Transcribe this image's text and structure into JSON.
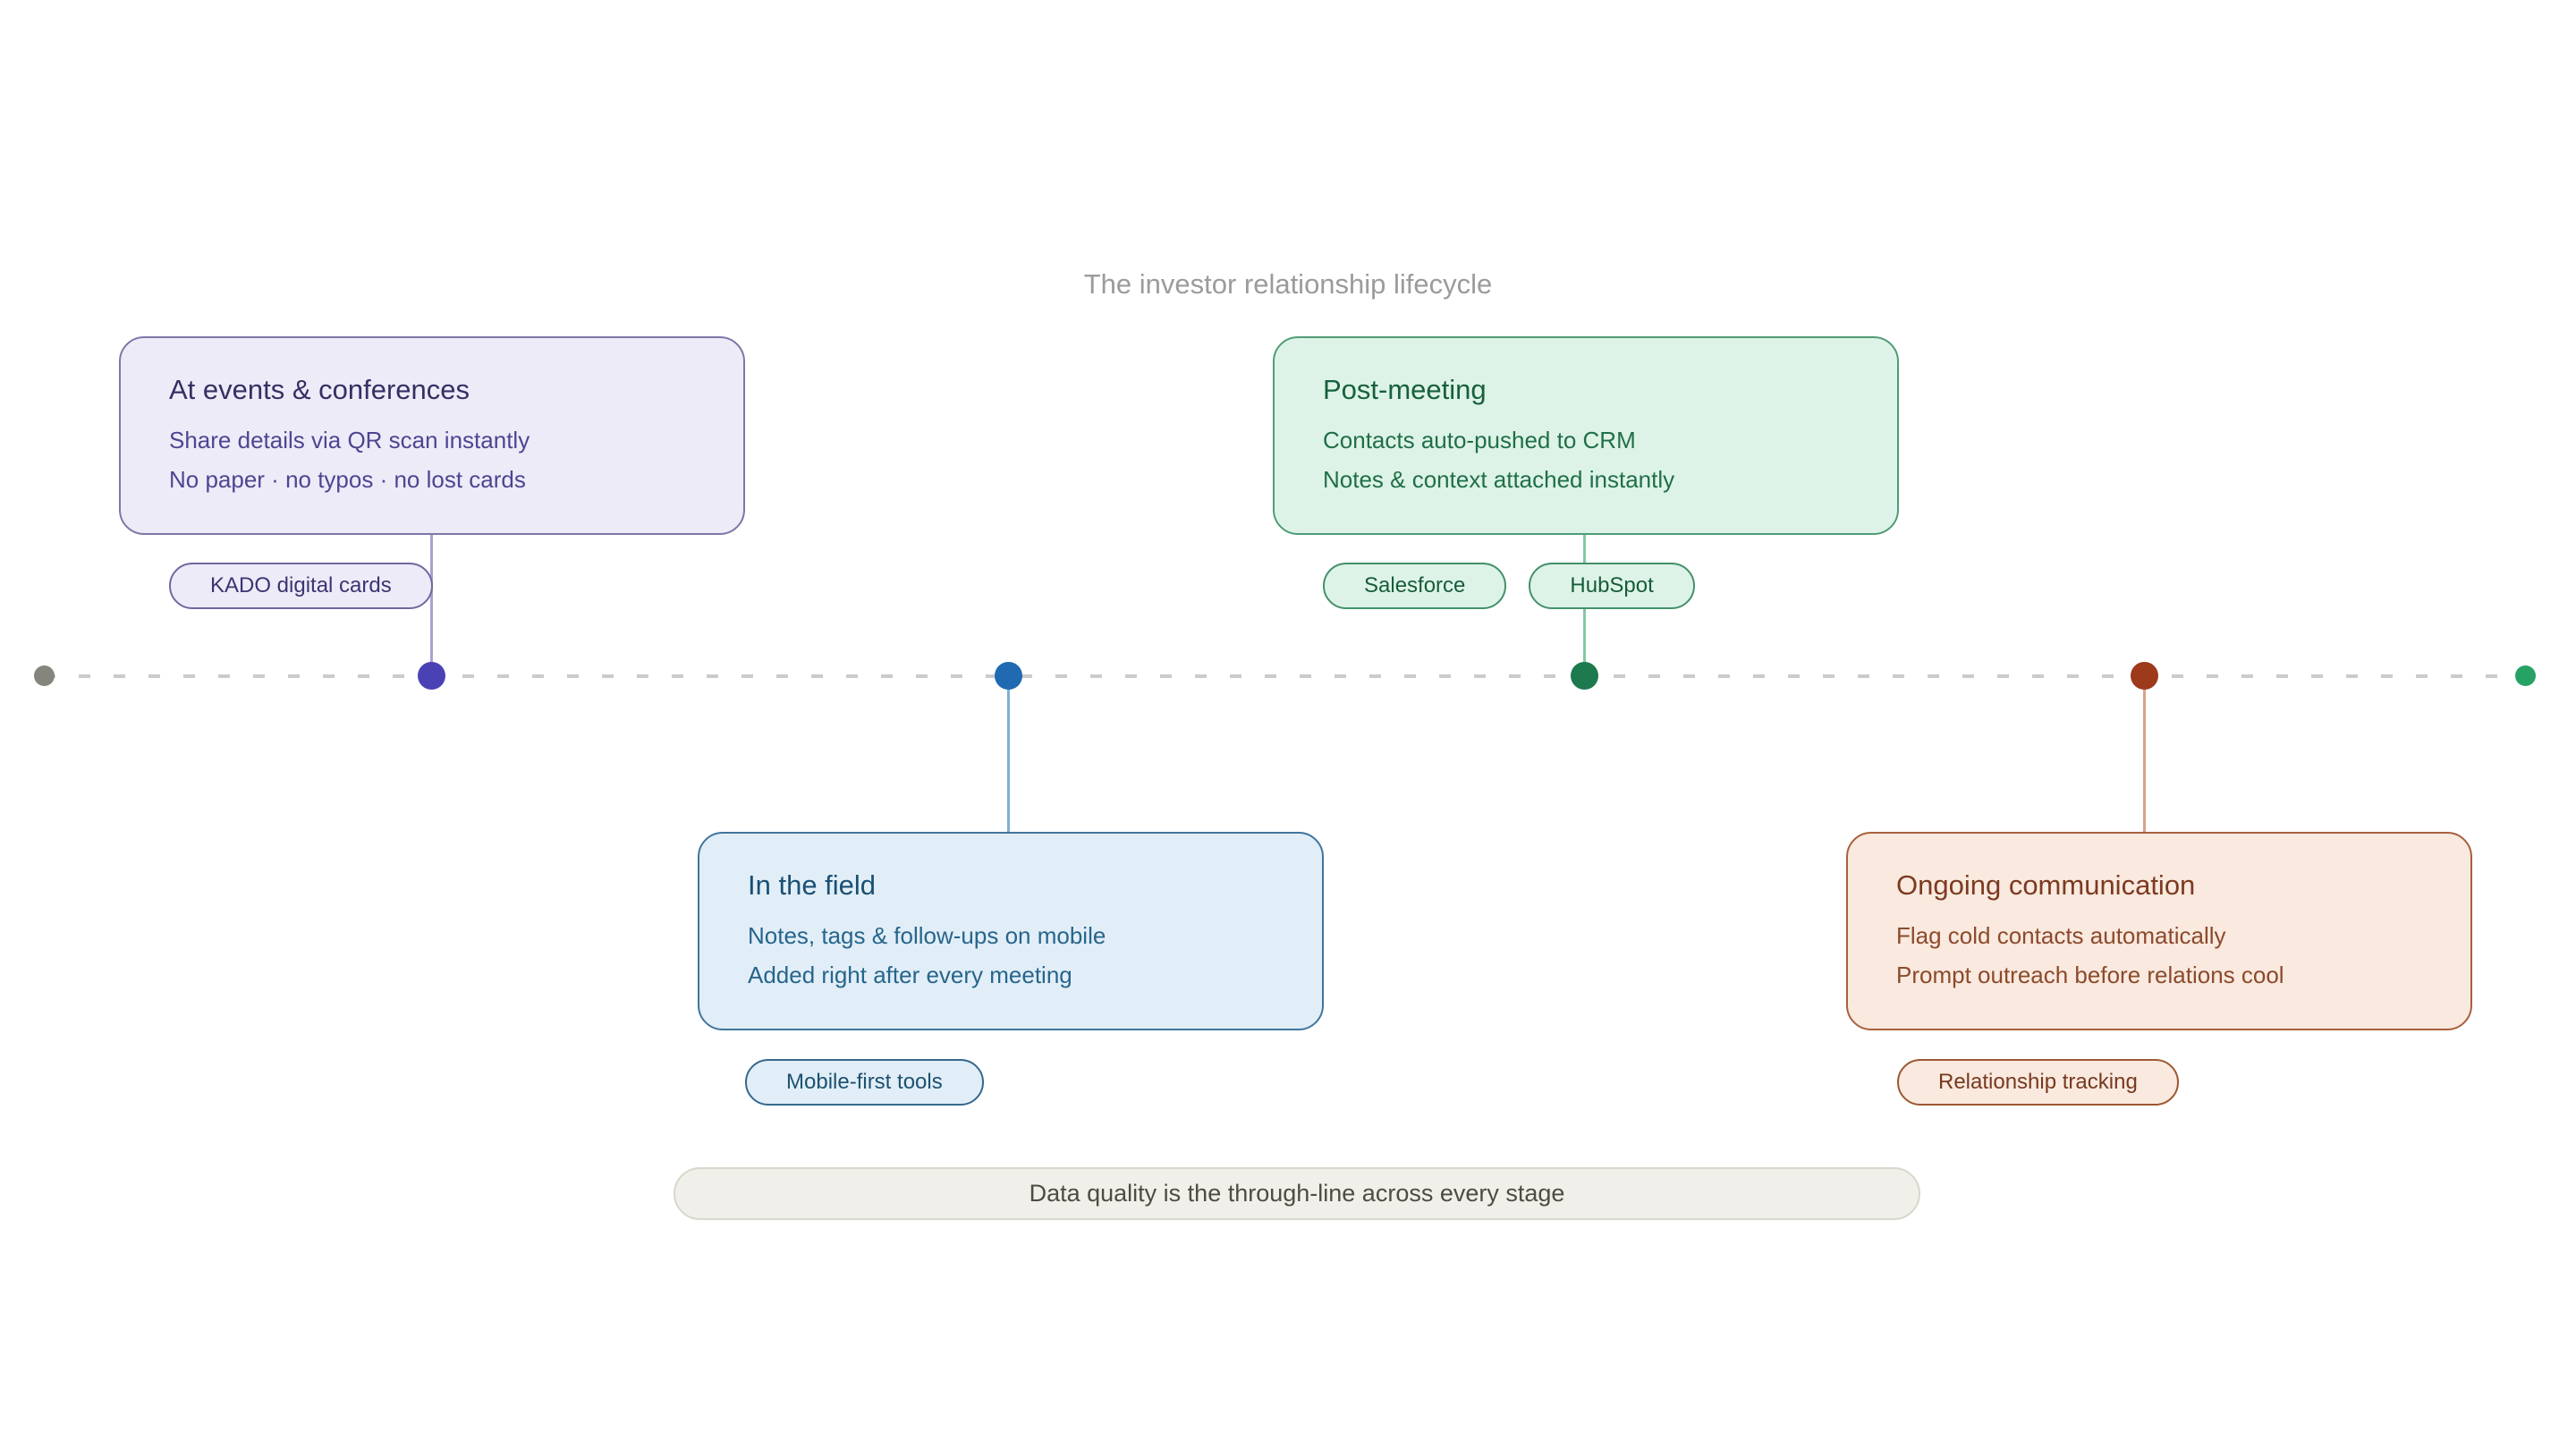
{
  "title": "The investor relationship lifecycle",
  "timeline": {
    "dash_color": "#cbcbcb",
    "start_dot_color": "#85857d",
    "end_dot_color": "#27a265"
  },
  "stages": [
    {
      "id": "events",
      "position": "above",
      "title": "At events & conferences",
      "lines": [
        "Share details via QR scan instantly",
        "No paper · no typos · no lost cards"
      ],
      "pills": [
        {
          "label": "KADO digital cards"
        }
      ],
      "colors": {
        "dot": "#4a42b4",
        "card_bg": "#edebf8",
        "card_border": "#7d77a8",
        "title": "#353063",
        "body": "#4c4691",
        "connector": "#a7a2d2"
      }
    },
    {
      "id": "field",
      "position": "below",
      "title": "In the field",
      "lines": [
        "Notes, tags & follow-ups on mobile",
        "Added right after every meeting"
      ],
      "pills": [
        {
          "label": "Mobile-first tools"
        }
      ],
      "colors": {
        "dot": "#1f6ab1",
        "card_bg": "#e1eef7",
        "card_border": "#41759c",
        "title": "#1b4f73",
        "body": "#27658c",
        "connector": "#7fb0d4"
      }
    },
    {
      "id": "post-meeting",
      "position": "above",
      "title": "Post-meeting",
      "lines": [
        "Contacts auto-pushed to CRM",
        "Notes & context attached instantly"
      ],
      "pills": [
        {
          "label": "Salesforce"
        },
        {
          "label": "HubSpot"
        }
      ],
      "colors": {
        "dot": "#1d7a4e",
        "card_bg": "#def3e8",
        "card_border": "#4f9c75",
        "title": "#17603b",
        "body": "#1f6f47",
        "connector": "#85c8a6"
      }
    },
    {
      "id": "ongoing",
      "position": "below",
      "title": "Ongoing communication",
      "lines": [
        "Flag cold contacts automatically",
        "Prompt outreach before relations cool"
      ],
      "pills": [
        {
          "label": "Relationship tracking"
        }
      ],
      "colors": {
        "dot": "#9c3a1b",
        "card_bg": "#f9e9df",
        "card_border": "#a8603c",
        "title": "#7c3a20",
        "body": "#8c4a2b",
        "connector": "#d8a18a"
      }
    }
  ],
  "banner": {
    "label": "Data quality is the through-line across every stage",
    "bg": "#f0efe9",
    "border": "#d6d8cb"
  }
}
